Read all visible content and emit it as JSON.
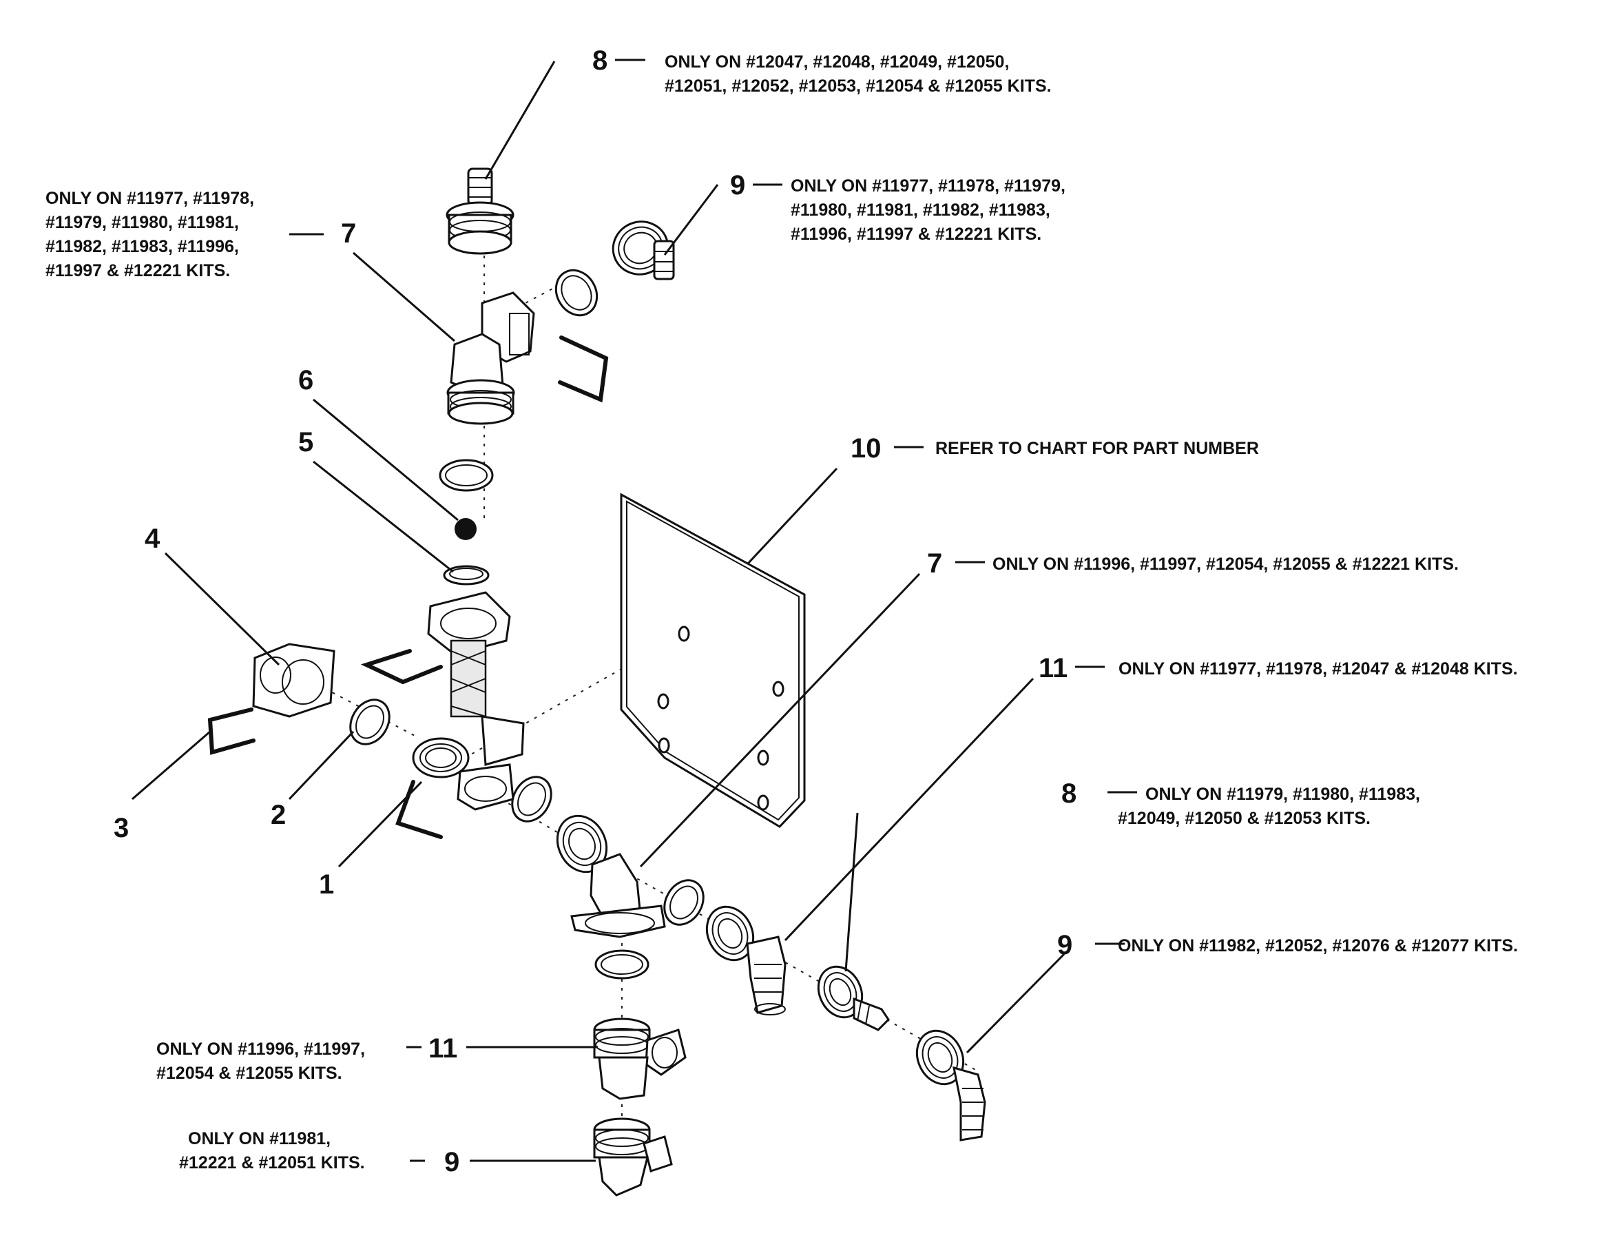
{
  "callouts": [
    {
      "id": "c8-top",
      "number": "8",
      "lines": [
        "ONLY ON #12047, #12048, #12049, #12050,",
        "#12051, #12052, #12053, #12054 & #12055 KITS."
      ]
    },
    {
      "id": "c9-top",
      "number": "9",
      "lines": [
        "ONLY ON #11977, #11978, #11979,",
        "#11980, #11981, #11982, #11983,",
        "#11996, #11997 & #12221 KITS."
      ]
    },
    {
      "id": "c7-top",
      "number": "7",
      "lines": [
        "ONLY ON #11977, #11978,",
        "#11979, #11980, #11981,",
        "#11982, #11983, #11996,",
        "#11997 & #12221 KITS."
      ]
    },
    {
      "id": "c6",
      "number": "6",
      "lines": []
    },
    {
      "id": "c5",
      "number": "5",
      "lines": []
    },
    {
      "id": "c10",
      "number": "10",
      "lines": [
        "REFER TO CHART FOR PART NUMBER"
      ]
    },
    {
      "id": "c4",
      "number": "4",
      "lines": []
    },
    {
      "id": "c7-mid",
      "number": "7",
      "lines": [
        "ONLY ON #11996, #11997, #12054, #12055 & #12221 KITS."
      ]
    },
    {
      "id": "c11-right",
      "number": "11",
      "lines": [
        "ONLY ON #11977, #11978, #12047 & #12048 KITS."
      ]
    },
    {
      "id": "c3",
      "number": "3",
      "lines": []
    },
    {
      "id": "c2",
      "number": "2",
      "lines": []
    },
    {
      "id": "c1",
      "number": "1",
      "lines": []
    },
    {
      "id": "c8-right",
      "number": "8",
      "lines": [
        "ONLY ON #11979, #11980, #11983,",
        "#12049, #12050 & #12053 KITS."
      ]
    },
    {
      "id": "c9-right",
      "number": "9",
      "lines": [
        "ONLY ON #11982, #12052, #12076 & #12077 KITS."
      ]
    },
    {
      "id": "c11-bottom",
      "number": "11",
      "lines": [
        "ONLY ON #11996, #11997,",
        "#12054 & #12055 KITS."
      ]
    },
    {
      "id": "c9-bottom",
      "number": "9",
      "lines": [
        "ONLY ON #11981,",
        "#12221 & #12051 KITS."
      ]
    }
  ]
}
